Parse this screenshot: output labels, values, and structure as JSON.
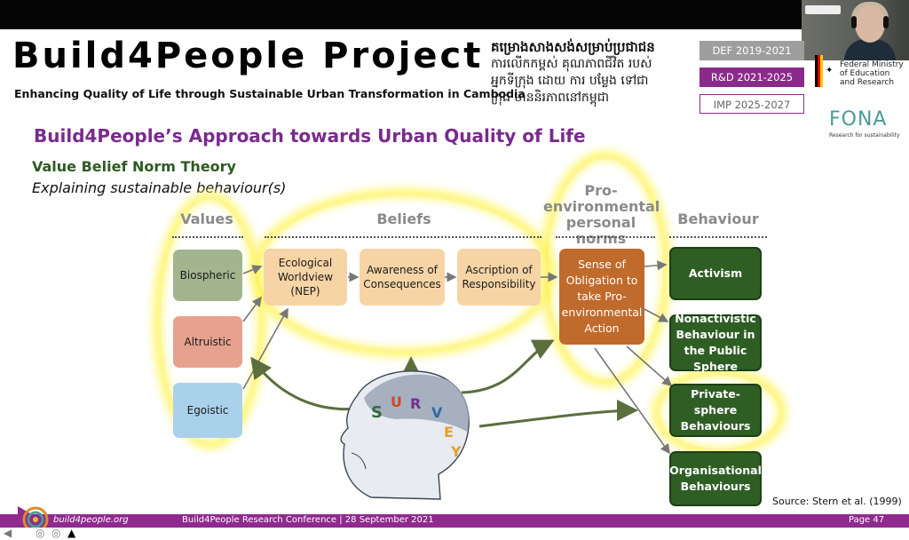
{
  "header": {
    "title": "Build4People Project",
    "subtitle": "Enhancing Quality of Life through Sustainable Urban Transformation in Cambodia",
    "khmer_lines": [
      "គម្រោងសាងសង់សម្រាប់ប្រជាជន",
      "ការលើកកម្ពស់ គុណភាពជីវិត របស់",
      "អ្នកទីក្រុង ដោយ ការ បម្លែង ទៅជា",
      "ក្រុង មាននិរភាពនៅកម្ពុជា"
    ],
    "phases": [
      "DEF 2019-2021",
      "R&D 2021-2025",
      "IMP 2025-2027"
    ],
    "ministry": [
      "Federal Ministry",
      "of Education",
      "and Research"
    ],
    "fona": "FONA",
    "fona_sub": "Research for sustainability"
  },
  "slide": {
    "heading": "Build4People’s Approach towards Urban Quality of Life",
    "theory": "Value Belief Norm Theory",
    "explain": "Explaining sustainable behaviour(s)",
    "columns": {
      "values": "Values",
      "beliefs": "Beliefs",
      "norms_1": "Pro-",
      "norms_2": "environmental",
      "norms_3": "personal norms",
      "behaviour": "Behaviour"
    },
    "values": [
      "Biospheric",
      "Altruistic",
      "Egoistic"
    ],
    "beliefs": [
      "Ecological Worldview (NEP)",
      "Awareness of Consequences",
      "Ascription of Responsibility"
    ],
    "norm": "Sense of Obligation to take Pro-environmental Action",
    "behaviours": [
      "Activism",
      "Nonactivistic Behaviour in the Public Sphere",
      "Private-sphere Behaviours",
      "Organisational Behaviours"
    ],
    "source": "Source: Stern et al. (1999)"
  },
  "footer": {
    "site": "build4people.org",
    "conference": "Build4People Research Conference | 28 September 2021",
    "page": "Page 47"
  },
  "colors": {
    "brand_purple": "#8f2a8e",
    "value_green": "#a2b58f",
    "value_red": "#e7a18f",
    "value_blue": "#a9d1ec",
    "belief": "#f7d4a5",
    "norm": "#c06a2c",
    "behaviour": "#2f5e25",
    "highlight": "#fff66e"
  }
}
